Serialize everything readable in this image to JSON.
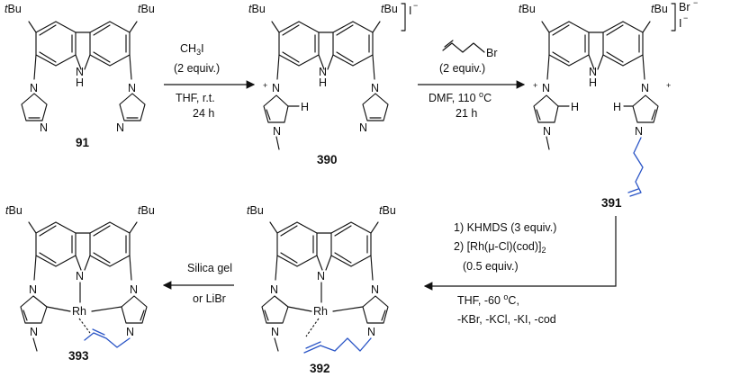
{
  "compounds": {
    "c91": "91",
    "c390": "390",
    "c391": "391",
    "c392": "392",
    "c393": "393"
  },
  "atoms": {
    "tbu": "Bu",
    "t": "t",
    "N": "N",
    "NH_N": "N",
    "NH_H": "H",
    "H": "H",
    "Rh": "Rh",
    "plus": "+",
    "iodide": "I",
    "bromide": "Br",
    "minus": "−",
    "Br": "Br"
  },
  "conditions": {
    "step1": {
      "reagent": "CH",
      "reagent_sub": "3",
      "reagent_tail": "I",
      "equiv": "(2 equiv.)",
      "solvent": "THF, r.t.",
      "time": "24 h"
    },
    "step2": {
      "equiv": "(2 equiv.)",
      "solvent": "DMF, 110 ",
      "degree": "o",
      "unit": "C",
      "time": "21 h"
    },
    "step3": {
      "line1": "1) KHMDS (3 equiv.)",
      "line2a": "2) [Rh(",
      "mu": "μ",
      "line2b": "-Cl)(cod)]",
      "line2_sub": "2",
      "line3": "(0.5 equiv.)",
      "line4a": "THF, -60 ",
      "line4_deg": "o",
      "line4b": "C,",
      "line5": "-KBr, -KCl, -KI, -cod"
    },
    "step4": {
      "line1": "Silica gel",
      "line2": "or LiBr"
    }
  },
  "colors": {
    "allyl_chain": "#2a55c6",
    "bonds": "#111111"
  }
}
